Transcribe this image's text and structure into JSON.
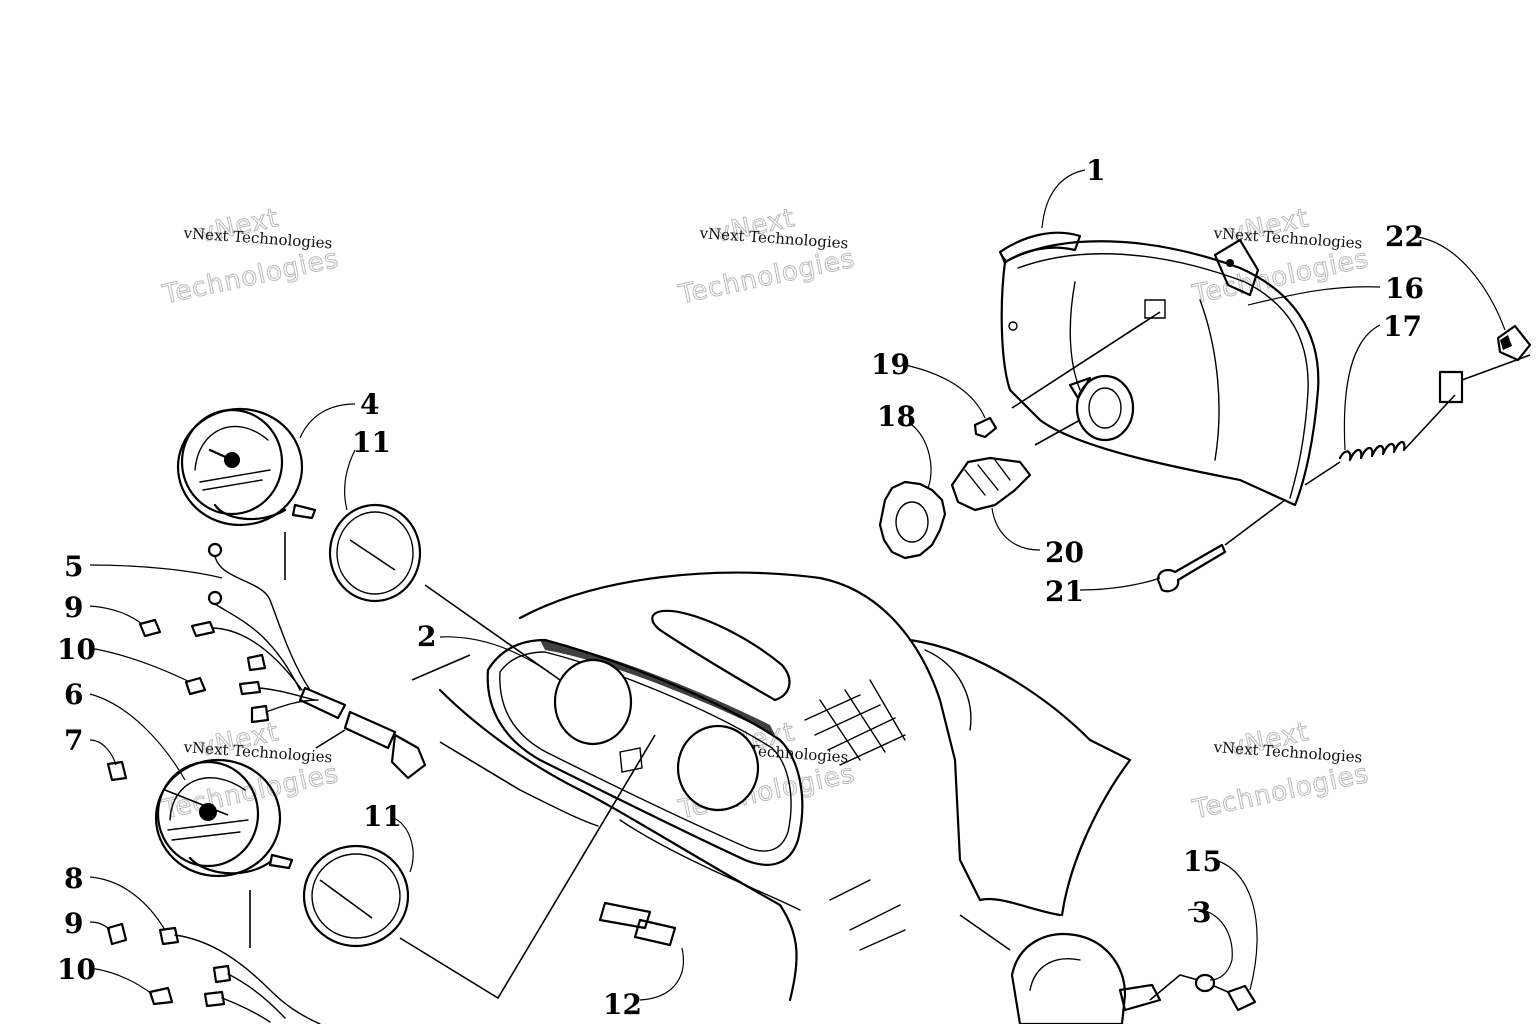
{
  "watermark": {
    "small": "vNext Technologies",
    "big_top": "vNext",
    "big_bottom": "Technologies"
  },
  "callouts": {
    "c1": "1",
    "c2": "2",
    "c3": "3",
    "c4": "4",
    "c5": "5",
    "c6": "6",
    "c7": "7",
    "c8": "8",
    "c9a": "9",
    "c9b": "9",
    "c10a": "10",
    "c10b": "10",
    "c11a": "11",
    "c11b": "11",
    "c12": "12",
    "c15": "15",
    "c16": "16",
    "c17": "17",
    "c18": "18",
    "c19": "19",
    "c20": "20",
    "c21": "21",
    "c22": "22"
  }
}
